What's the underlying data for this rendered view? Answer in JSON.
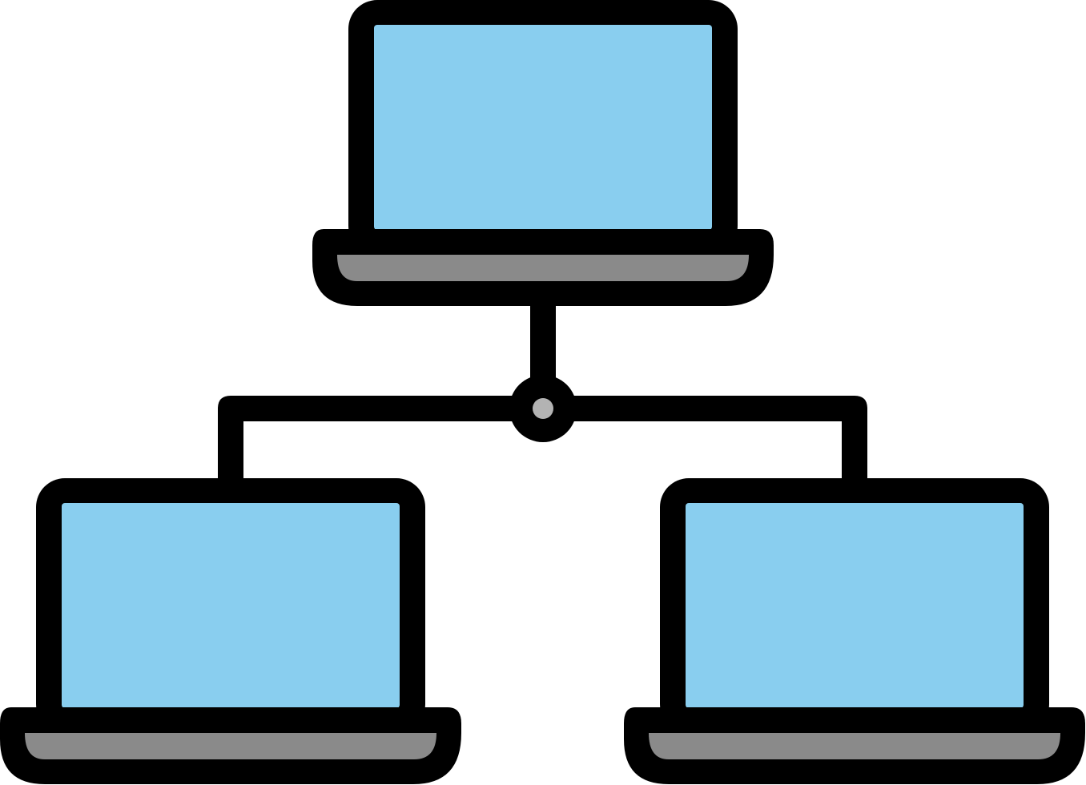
{
  "icon": {
    "name": "network-laptops-icon",
    "nodes": [
      {
        "name": "laptop-top",
        "role": "server"
      },
      {
        "name": "laptop-bottom-left",
        "role": "client"
      },
      {
        "name": "laptop-bottom-right",
        "role": "client"
      }
    ],
    "hub": {
      "name": "network-hub-node"
    }
  },
  "colors": {
    "outline": "#000000",
    "screen": "#89CEEF",
    "base": "#8A8A8A",
    "hub": "#B3B3B3",
    "background": "#FFFFFF"
  }
}
